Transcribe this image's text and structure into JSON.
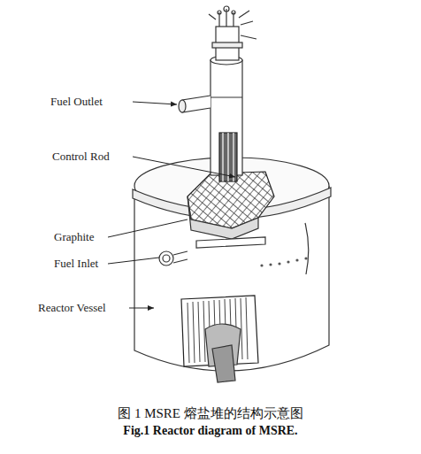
{
  "diagram": {
    "caption": "图 1 MSRE 熔盐堆的结构示意图",
    "labels": [
      "Fuel Outlet",
      "Control Rod",
      "Graphite",
      "Fuel Inlet",
      "Reactor Vessel",
      "Fig.1 Reactor diagram of MSRE."
    ]
  }
}
